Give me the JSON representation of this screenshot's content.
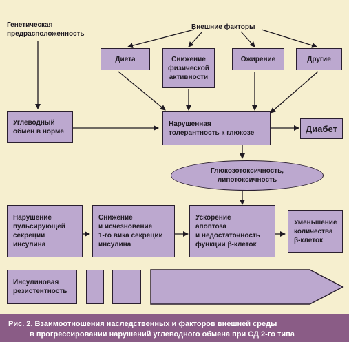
{
  "labels": {
    "genetic": "Генетическая\nпредрасположенность",
    "external": "Внешние факторы"
  },
  "factors": {
    "diet": "Диета",
    "activity": "Снижение\nфизической\nактивности",
    "obesity": "Ожирение",
    "other": "Другие"
  },
  "boxes": {
    "carb_normal": "Углеводный\nобмен в норме",
    "impaired_tolerance": "Нарушенная\nтолерантность к глюкозе",
    "diabetes": "Диабет",
    "toxicity": "Глюкозотоксичность,\nлипотоксичность",
    "pulsatile": "Нарушение\nпульсирующей\nсекреции\nинсулина",
    "first_peak": "Снижение\nи исчезновение\n1-го вика секреции\nинсулина",
    "apoptosis": "Ускорение\nапоптоза\nи недостаточность\nфункции β-клеток",
    "beta_decrease": "Уменьшение\nколичества\nβ-клеток",
    "insulin_resistance": "Инсулиновая\nрезистентность"
  },
  "caption": {
    "line1": "Рис. 2. Взаимоотношения наследственных и факторов внешней среды",
    "line2": "в прогрессировании нарушений углеводного обмена при СД 2-го типа"
  },
  "colors": {
    "box_fill": "#bca8cf",
    "background": "#f6efcf",
    "caption_bg": "#8a5c86",
    "stroke": "#2a1f2f"
  }
}
